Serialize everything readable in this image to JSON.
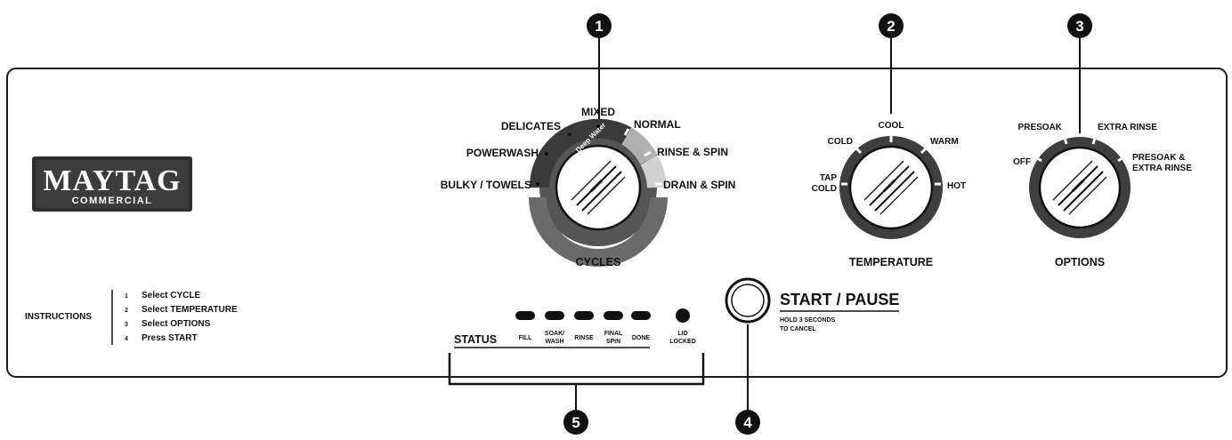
{
  "brand": {
    "name": "MAYTAG",
    "sub": "COMMERCIAL"
  },
  "callouts": [
    "1",
    "2",
    "3",
    "4",
    "5"
  ],
  "cycles": {
    "title": "CYCLES",
    "arc_text": "Deep Water",
    "labels": {
      "bulky": "BULKY / TOWELS",
      "powerwash": "POWERWASH",
      "delicates": "DELICATES",
      "mixed": "MIXED",
      "normal": "NORMAL",
      "rinse_spin": "RINSE & SPIN",
      "drain_spin": "DRAIN & SPIN"
    }
  },
  "temperature": {
    "title": "TEMPERATURE",
    "labels": {
      "tap": "TAP",
      "cold_line2": "COLD",
      "cold": "COLD",
      "cool": "COOL",
      "warm": "WARM",
      "hot": "HOT"
    }
  },
  "options": {
    "title": "OPTIONS",
    "labels": {
      "off": "OFF",
      "presoak": "PRESOAK",
      "extra_rinse": "EXTRA RINSE",
      "presoak_extra_1": "PRESOAK &",
      "presoak_extra_2": "EXTRA RINSE"
    }
  },
  "instructions": {
    "label": "INSTRUCTIONS",
    "steps": [
      {
        "num": "1",
        "text": "Select CYCLE"
      },
      {
        "num": "2",
        "text": "Select TEMPERATURE"
      },
      {
        "num": "3",
        "text": "Select OPTIONS"
      },
      {
        "num": "4",
        "text": "Press START"
      }
    ]
  },
  "status": {
    "label": "STATUS",
    "lights": [
      {
        "line1": "FILL",
        "line2": ""
      },
      {
        "line1": "SOAK/",
        "line2": "WASH"
      },
      {
        "line1": "RINSE",
        "line2": ""
      },
      {
        "line1": "FINAL",
        "line2": "SPIN"
      },
      {
        "line1": "DONE",
        "line2": ""
      }
    ],
    "lid_line1": "LID",
    "lid_line2": "LOCKED"
  },
  "start": {
    "label": "START / PAUSE",
    "hint1": "HOLD 3 SECONDS",
    "hint2": "TO CANCEL"
  },
  "colors": {
    "ring_dark": "#444444",
    "ring_light": "#9a9a9a",
    "badge": "#111111",
    "logo_bg": "#3a3a3a"
  }
}
